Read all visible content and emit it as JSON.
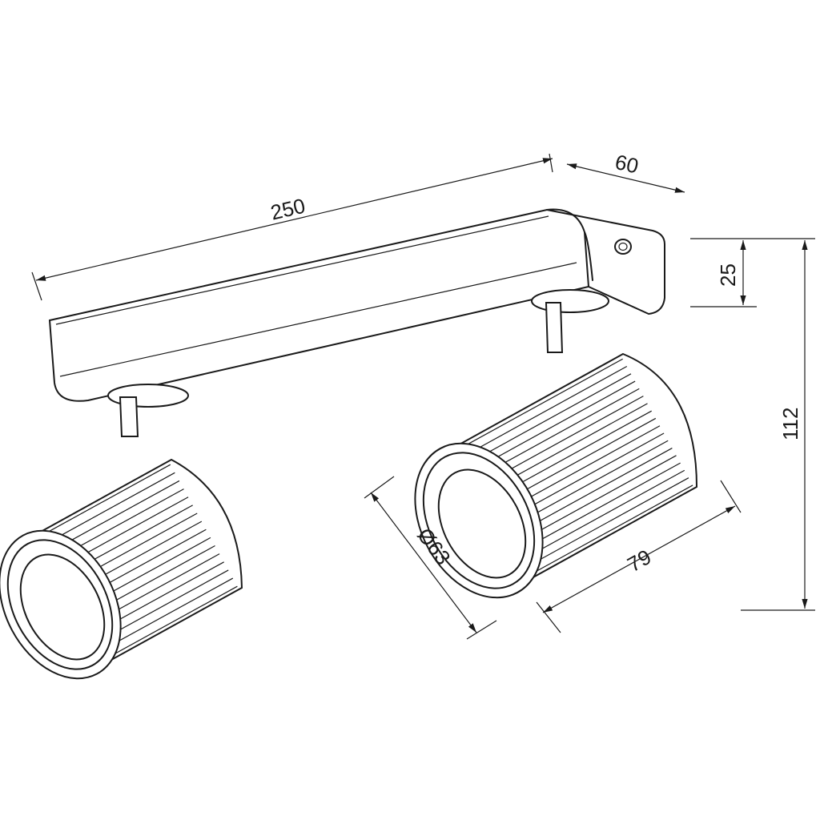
{
  "dimensions": {
    "length": "250",
    "depth": "60",
    "bar_height": "25",
    "total_height": "112",
    "diameter": "Ø63",
    "spot_length": "79"
  },
  "colors": {
    "line": "#1a1a1a",
    "background": "#ffffff"
  }
}
